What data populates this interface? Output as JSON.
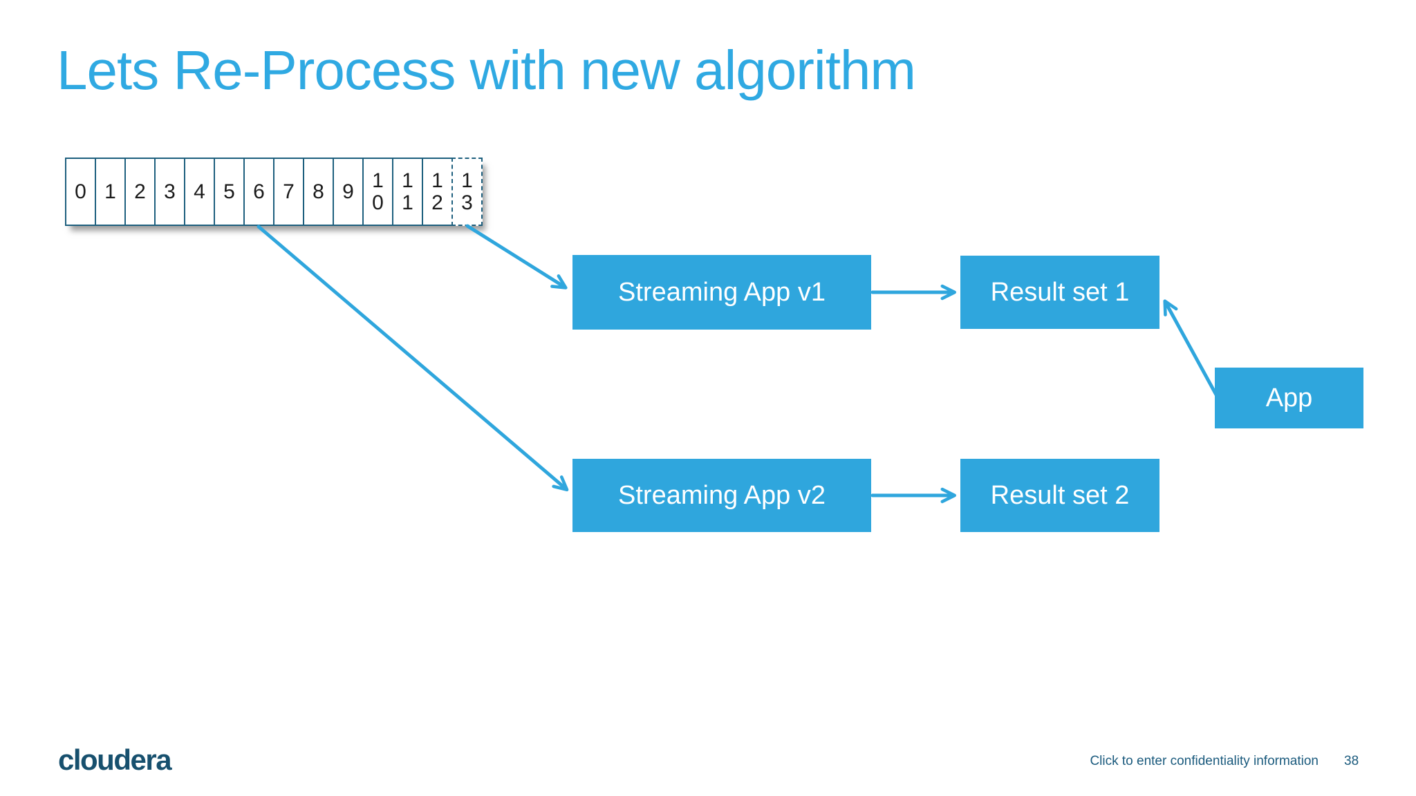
{
  "slide": {
    "title": "Lets Re-Process with new algorithm",
    "logo_text": "cloudera",
    "footer_text": "Click to enter confidentiality information",
    "page_number": "38"
  },
  "colors": {
    "accent_blue": "#2fa6dd",
    "title_blue": "#2fa9e2",
    "array_border": "#1d5f7e",
    "footer_navy": "#1a5a7d",
    "logo_navy": "#17506e",
    "cell_text": "#1a1a1a"
  },
  "partition_array": {
    "cells": [
      "0",
      "1",
      "2",
      "3",
      "4",
      "5",
      "6",
      "7",
      "8",
      "9",
      "10",
      "11",
      "12",
      "13"
    ],
    "dashed_cell": "13"
  },
  "nodes": {
    "streaming_v1": "Streaming App v1",
    "result_set_1": "Result set 1",
    "streaming_v2": "Streaming App v2",
    "result_set_2": "Result set 2",
    "app": "App"
  },
  "edges": [
    {
      "from": "partition-cell-13",
      "to": "streaming-app-v1"
    },
    {
      "from": "partition-cell-6",
      "to": "streaming-app-v2"
    },
    {
      "from": "streaming-app-v1",
      "to": "result-set-1"
    },
    {
      "from": "streaming-app-v2",
      "to": "result-set-2"
    },
    {
      "from": "app-box",
      "to": "result-set-1"
    }
  ]
}
